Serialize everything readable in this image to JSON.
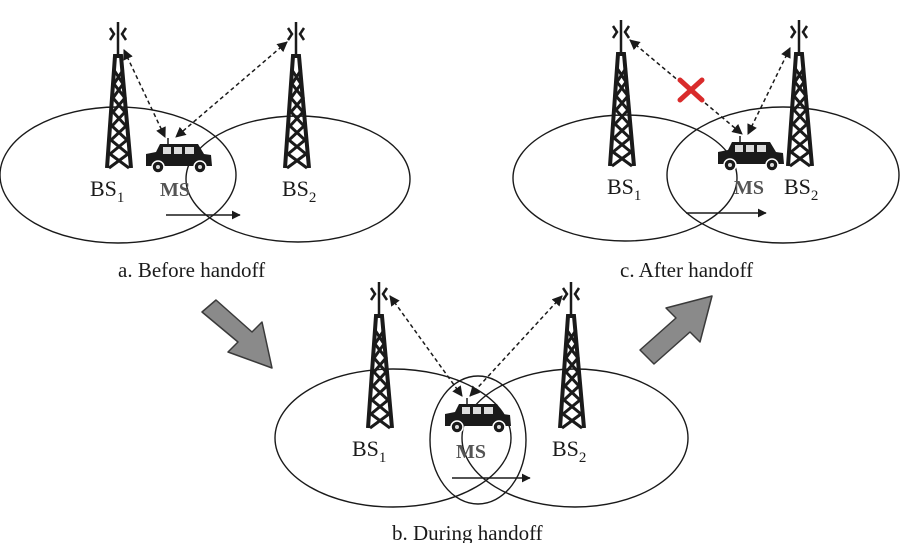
{
  "panels": {
    "a": {
      "caption": "a. Before handoff",
      "bs1": "BS",
      "bs1_sub": "1",
      "bs2": "BS",
      "bs2_sub": "2",
      "ms": "MS"
    },
    "b": {
      "caption": "b. During handoff",
      "bs1": "BS",
      "bs1_sub": "1",
      "bs2": "BS",
      "bs2_sub": "2",
      "ms": "MS"
    },
    "c": {
      "caption": "c. After handoff",
      "bs1": "BS",
      "bs1_sub": "1",
      "bs2": "BS",
      "bs2_sub": "2",
      "ms": "MS"
    }
  },
  "colors": {
    "ink": "#1a1a1a",
    "ms_label": "#555555",
    "arrow_fill": "#8a8a8a",
    "disconnect_mark": "#d92b2b"
  },
  "icons": {
    "tower": "antenna-tower-icon",
    "vehicle": "car-icon",
    "disconnect": "x-mark-icon",
    "flow": "big-arrow-icon"
  }
}
